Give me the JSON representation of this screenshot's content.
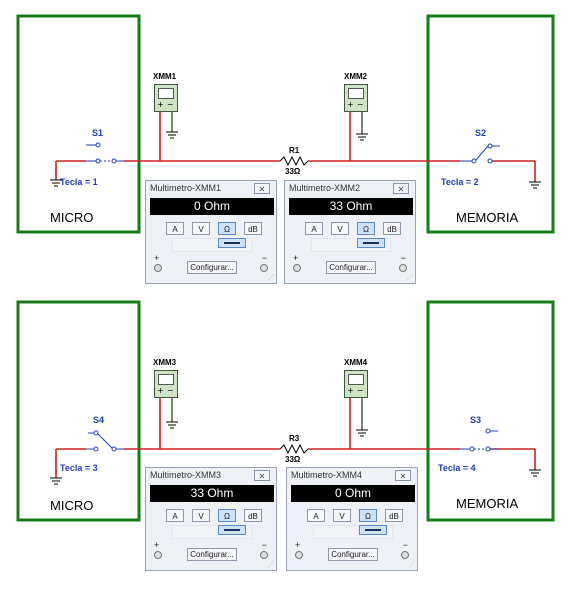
{
  "colors": {
    "box": "#1a7a1a",
    "wire": "#d42020",
    "blue_text": "#1f3fbf"
  },
  "circuits": [
    {
      "micro_label": "MICRO",
      "memoria_label": "MEMORIA",
      "left_switch": {
        "name": "S1",
        "key": "Tecla = 1",
        "state": "open"
      },
      "right_switch": {
        "name": "S2",
        "key": "Tecla = 2",
        "state": "closed"
      },
      "resistor": {
        "name": "R1",
        "value": "33Ω"
      },
      "meter_left_tag": "XMM1",
      "meter_right_tag": "XMM2",
      "panel_left": {
        "title": "Multimetro-XMM1",
        "reading": "0 Ohm",
        "buttons": [
          "A",
          "V",
          "Ω",
          "dB"
        ],
        "active_button": "Ω",
        "plus": "+",
        "minus": "−",
        "configure": "Configurar..."
      },
      "panel_right": {
        "title": "Multimetro-XMM2",
        "reading": "33 Ohm",
        "buttons": [
          "A",
          "V",
          "Ω",
          "dB"
        ],
        "active_button": "Ω",
        "plus": "+",
        "minus": "−",
        "configure": "Configurar..."
      }
    },
    {
      "micro_label": "MICRO",
      "memoria_label": "MEMORIA",
      "left_switch": {
        "name": "S4",
        "key": "Tecla = 3",
        "state": "closed"
      },
      "right_switch": {
        "name": "S3",
        "key": "Tecla = 4",
        "state": "open"
      },
      "resistor": {
        "name": "R3",
        "value": "33Ω"
      },
      "meter_left_tag": "XMM3",
      "meter_right_tag": "XMM4",
      "panel_left": {
        "title": "Multimetro-XMM3",
        "reading": "33 Ohm",
        "buttons": [
          "A",
          "V",
          "Ω",
          "dB"
        ],
        "active_button": "Ω",
        "plus": "+",
        "minus": "−",
        "configure": "Configurar..."
      },
      "panel_right": {
        "title": "Multimetro-XMM4",
        "reading": "0 Ohm",
        "buttons": [
          "A",
          "V",
          "Ω",
          "dB"
        ],
        "active_button": "Ω",
        "plus": "+",
        "minus": "−",
        "configure": "Configurar..."
      }
    }
  ],
  "icons": {
    "close": "close-icon",
    "ground": "ground-icon",
    "resistor": "resistor-icon",
    "meter": "multimeter-icon"
  }
}
